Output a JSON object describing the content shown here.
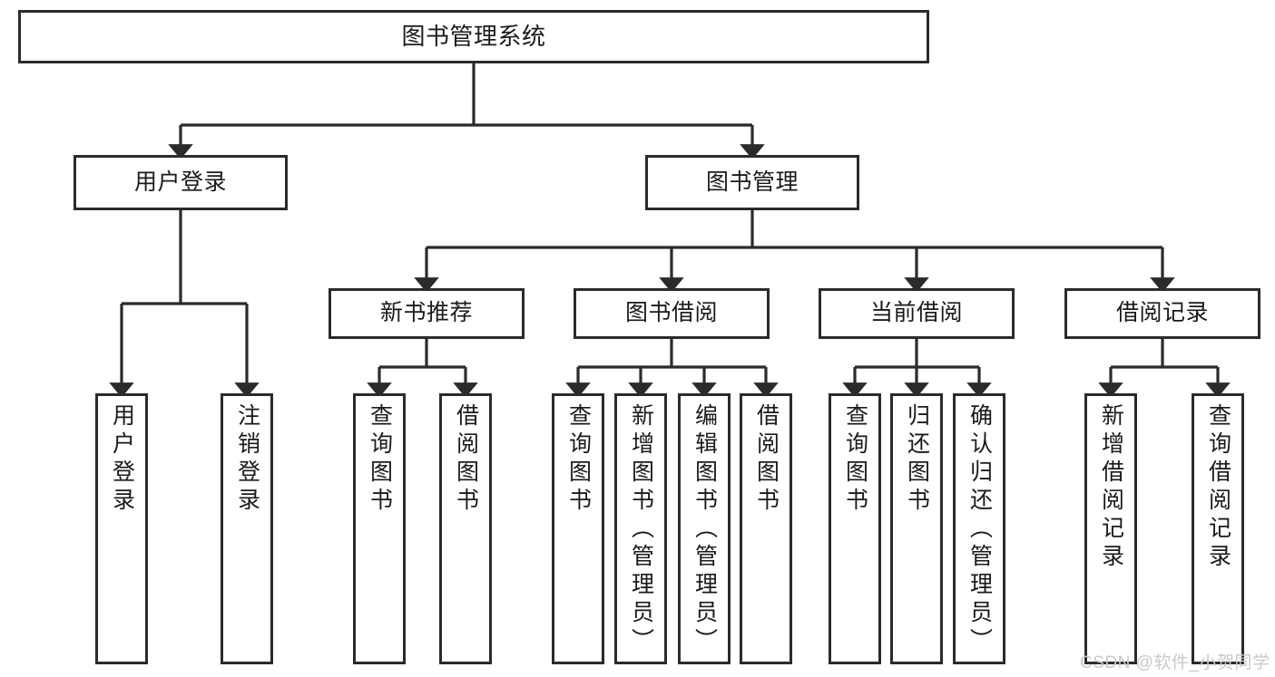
{
  "diagram": {
    "type": "tree-hierarchy-chart",
    "title": "图书管理系统",
    "watermark": "CSDN @软件_小贺同学",
    "colors": {
      "stroke": "#2b2b2b",
      "fill": "#ffffff",
      "text": "#1a1a1a",
      "watermark": "#c9c9c9"
    },
    "levels": [
      {
        "level": 1,
        "nodes": [
          {
            "id": "root",
            "label": "图书管理系统",
            "orientation": "horizontal"
          }
        ]
      },
      {
        "level": 2,
        "nodes": [
          {
            "id": "login",
            "label": "用户登录",
            "orientation": "horizontal",
            "parent": "root"
          },
          {
            "id": "bookmgmt",
            "label": "图书管理",
            "orientation": "horizontal",
            "parent": "root"
          }
        ]
      },
      {
        "level": 3,
        "nodes": [
          {
            "id": "newbook",
            "label": "新书推荐",
            "orientation": "horizontal",
            "parent": "bookmgmt"
          },
          {
            "id": "borrow",
            "label": "图书借阅",
            "orientation": "horizontal",
            "parent": "bookmgmt"
          },
          {
            "id": "current",
            "label": "当前借阅",
            "orientation": "horizontal",
            "parent": "bookmgmt"
          },
          {
            "id": "records",
            "label": "借阅记录",
            "orientation": "horizontal",
            "parent": "bookmgmt"
          }
        ]
      },
      {
        "level": 4,
        "nodes": [
          {
            "id": "leaf1",
            "label": "用户登录",
            "orientation": "vertical",
            "parent": "login"
          },
          {
            "id": "leaf2",
            "label": "注销登录",
            "orientation": "vertical",
            "parent": "login"
          },
          {
            "id": "leaf3",
            "label": "查询图书",
            "orientation": "vertical",
            "parent": "newbook"
          },
          {
            "id": "leaf4",
            "label": "借阅图书",
            "orientation": "vertical",
            "parent": "newbook"
          },
          {
            "id": "leaf5",
            "label": "查询图书",
            "orientation": "vertical",
            "parent": "borrow"
          },
          {
            "id": "leaf6",
            "label": "新增图书（管理员）",
            "orientation": "vertical",
            "parent": "borrow"
          },
          {
            "id": "leaf7",
            "label": "编辑图书（管理员）",
            "orientation": "vertical",
            "parent": "borrow"
          },
          {
            "id": "leaf8",
            "label": "借阅图书",
            "orientation": "vertical",
            "parent": "borrow"
          },
          {
            "id": "leaf9",
            "label": "查询图书",
            "orientation": "vertical",
            "parent": "current"
          },
          {
            "id": "leaf10",
            "label": "归还图书",
            "orientation": "vertical",
            "parent": "current"
          },
          {
            "id": "leaf11",
            "label": "确认归还（管理员）",
            "orientation": "vertical",
            "parent": "current"
          },
          {
            "id": "leaf12",
            "label": "新增借阅记录",
            "orientation": "vertical",
            "parent": "records"
          },
          {
            "id": "leaf13",
            "label": "查询借阅记录",
            "orientation": "vertical",
            "parent": "records"
          }
        ]
      }
    ]
  }
}
